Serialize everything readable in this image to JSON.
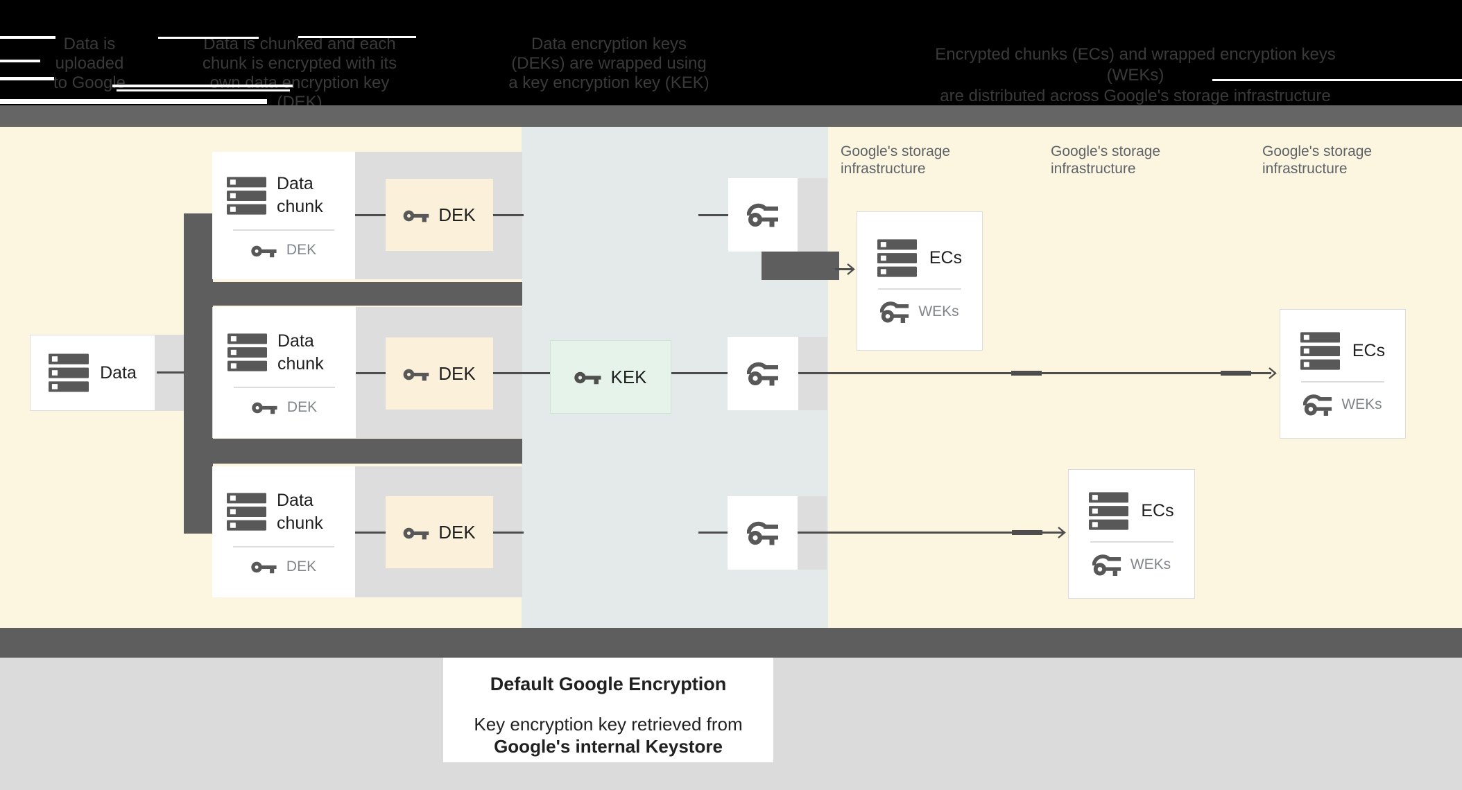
{
  "header": {
    "steps": [
      {
        "lines": [
          "Data is",
          "uploaded",
          "to Google"
        ]
      },
      {
        "lines": [
          "Data is chunked and each",
          "chunk is encrypted with its",
          "own data encryption key (DEK)"
        ]
      },
      {
        "lines": [
          "Data encryption keys",
          "(DEKs) are wrapped using",
          "a key encryption key (KEK)"
        ]
      },
      {
        "lines": [
          "Encrypted chunks (ECs) and wrapped encryption keys (WEKs)",
          "are distributed across Google's storage infrastructure"
        ]
      }
    ]
  },
  "diagram": {
    "data_box": {
      "label": "Data"
    },
    "chunk_card": {
      "title": "Data chunk",
      "key_label": "DEK"
    },
    "dek_box": {
      "label": "DEK"
    },
    "kek_box": {
      "label": "KEK"
    },
    "ecs_box": {
      "title": "ECs",
      "key_label": "WEKs"
    },
    "storage_label": {
      "line1": "Google's storage",
      "line2": "infrastructure"
    }
  },
  "caption": {
    "title": "Default Google Encryption",
    "line1": "Key encryption key retrieved from",
    "line2": "Google's internal Keystore"
  },
  "colors": {
    "header_bg": "#000000",
    "toolbar_gray": "#656565",
    "diagram_yellow": "#fcf5df",
    "kms_band_bluegray": "#e4e9e9",
    "row_band_gray": "#dddddd",
    "dark_connector_gray": "#5e5e5e",
    "dek_box_cream": "#fbf1da",
    "kek_box_green": "#e6f3eb",
    "line_gray": "#4d4d4d",
    "text_dark": "#1f1f1f",
    "text_gray": "#80868b",
    "storage_label_gray": "#5f6368",
    "bottom_bg": "#dbdbdb"
  }
}
